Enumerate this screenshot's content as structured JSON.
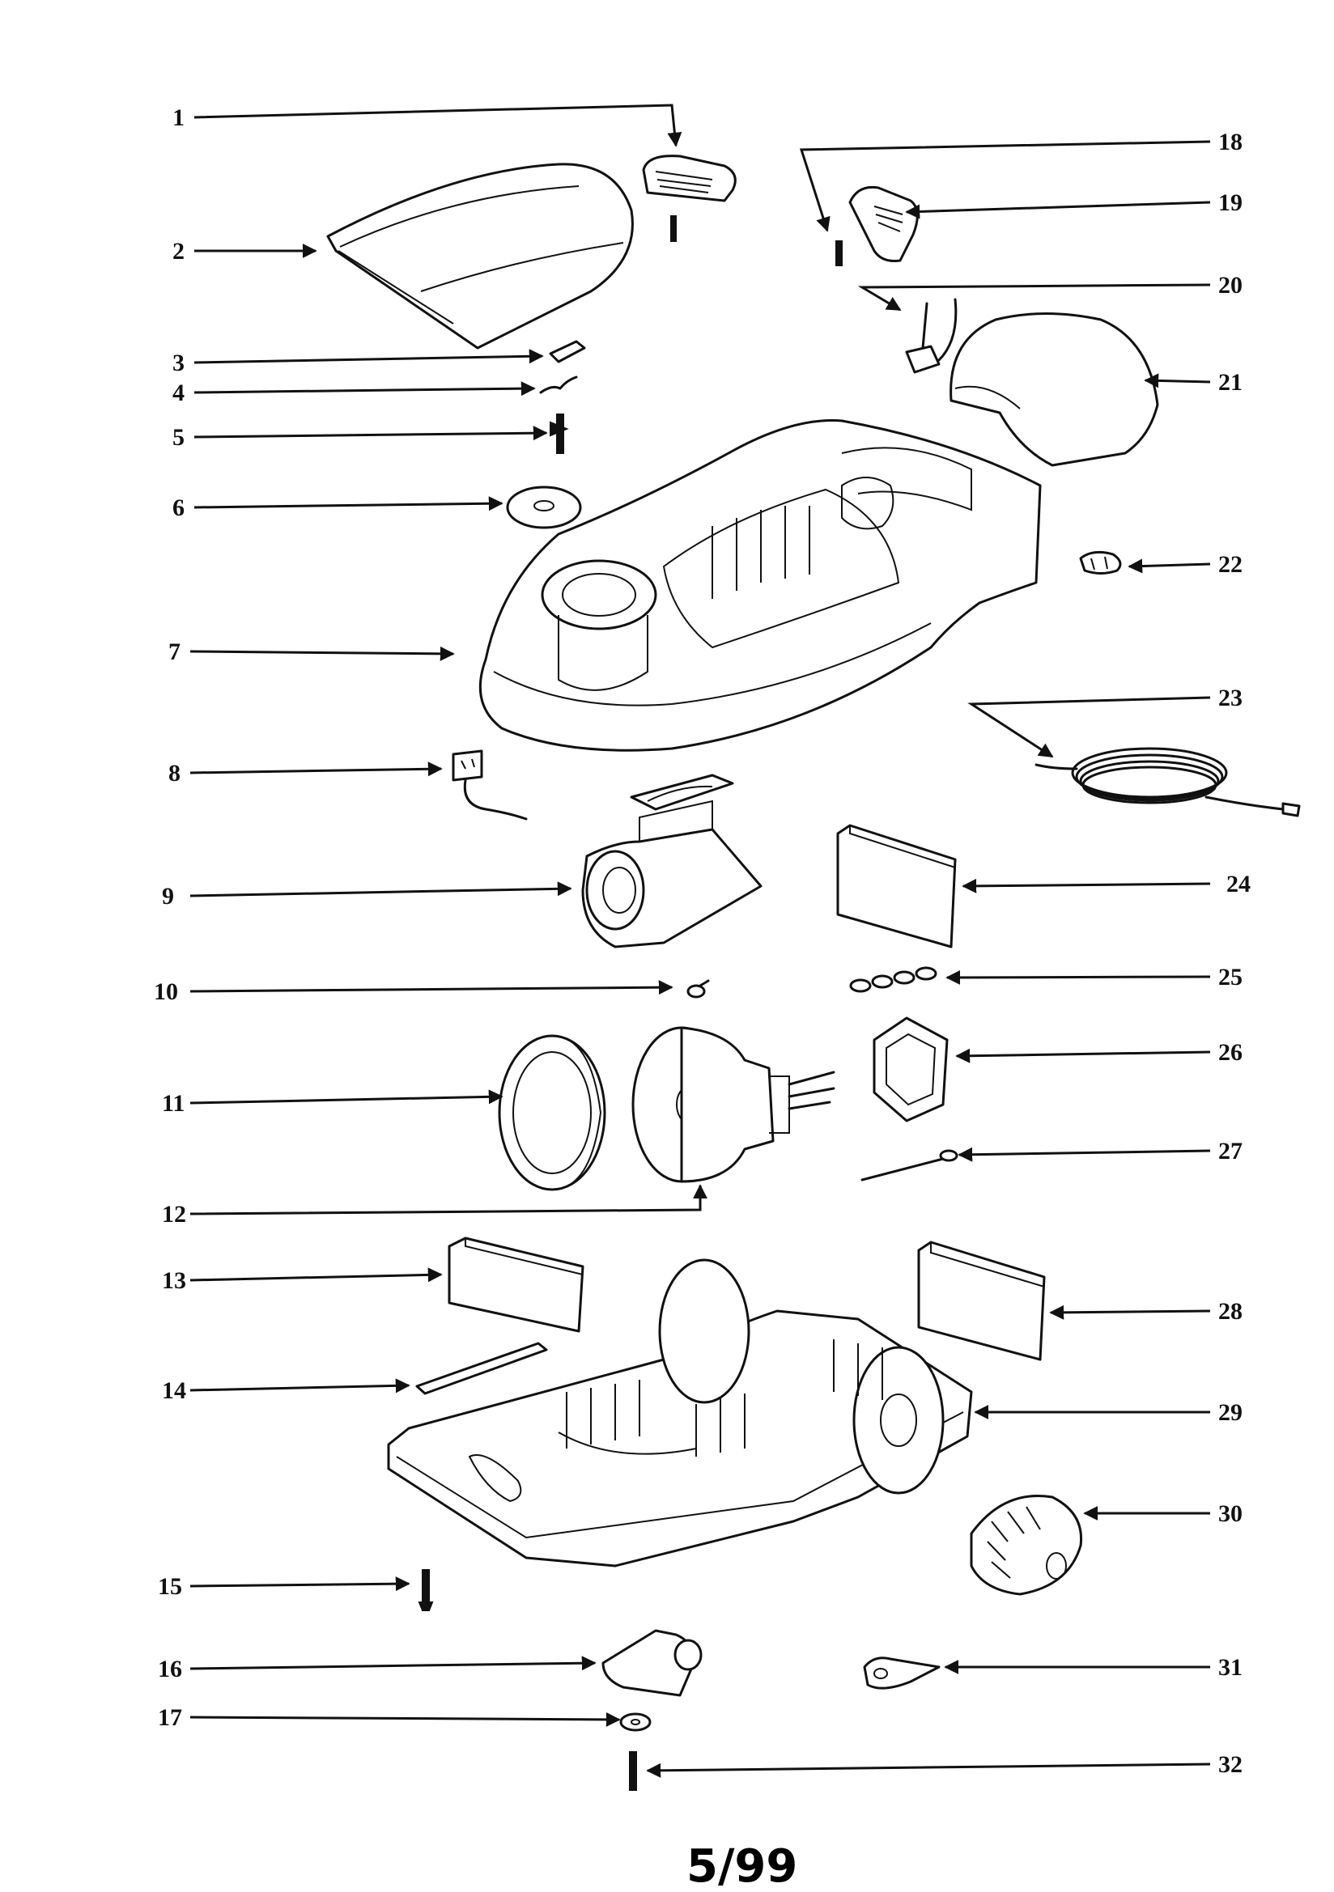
{
  "diagram": {
    "callouts": [
      {
        "id": "1"
      },
      {
        "id": "2"
      },
      {
        "id": "3"
      },
      {
        "id": "4"
      },
      {
        "id": "5"
      },
      {
        "id": "6"
      },
      {
        "id": "7"
      },
      {
        "id": "8"
      },
      {
        "id": "9"
      },
      {
        "id": "10"
      },
      {
        "id": "11"
      },
      {
        "id": "12"
      },
      {
        "id": "13"
      },
      {
        "id": "14"
      },
      {
        "id": "15"
      },
      {
        "id": "16"
      },
      {
        "id": "17"
      },
      {
        "id": "18"
      },
      {
        "id": "19"
      },
      {
        "id": "20"
      },
      {
        "id": "21"
      },
      {
        "id": "22"
      },
      {
        "id": "23"
      },
      {
        "id": "24"
      },
      {
        "id": "25"
      },
      {
        "id": "26"
      },
      {
        "id": "27"
      },
      {
        "id": "28"
      },
      {
        "id": "29"
      },
      {
        "id": "30"
      },
      {
        "id": "31"
      },
      {
        "id": "32"
      }
    ]
  },
  "footer": {
    "page_number": "5/99"
  }
}
